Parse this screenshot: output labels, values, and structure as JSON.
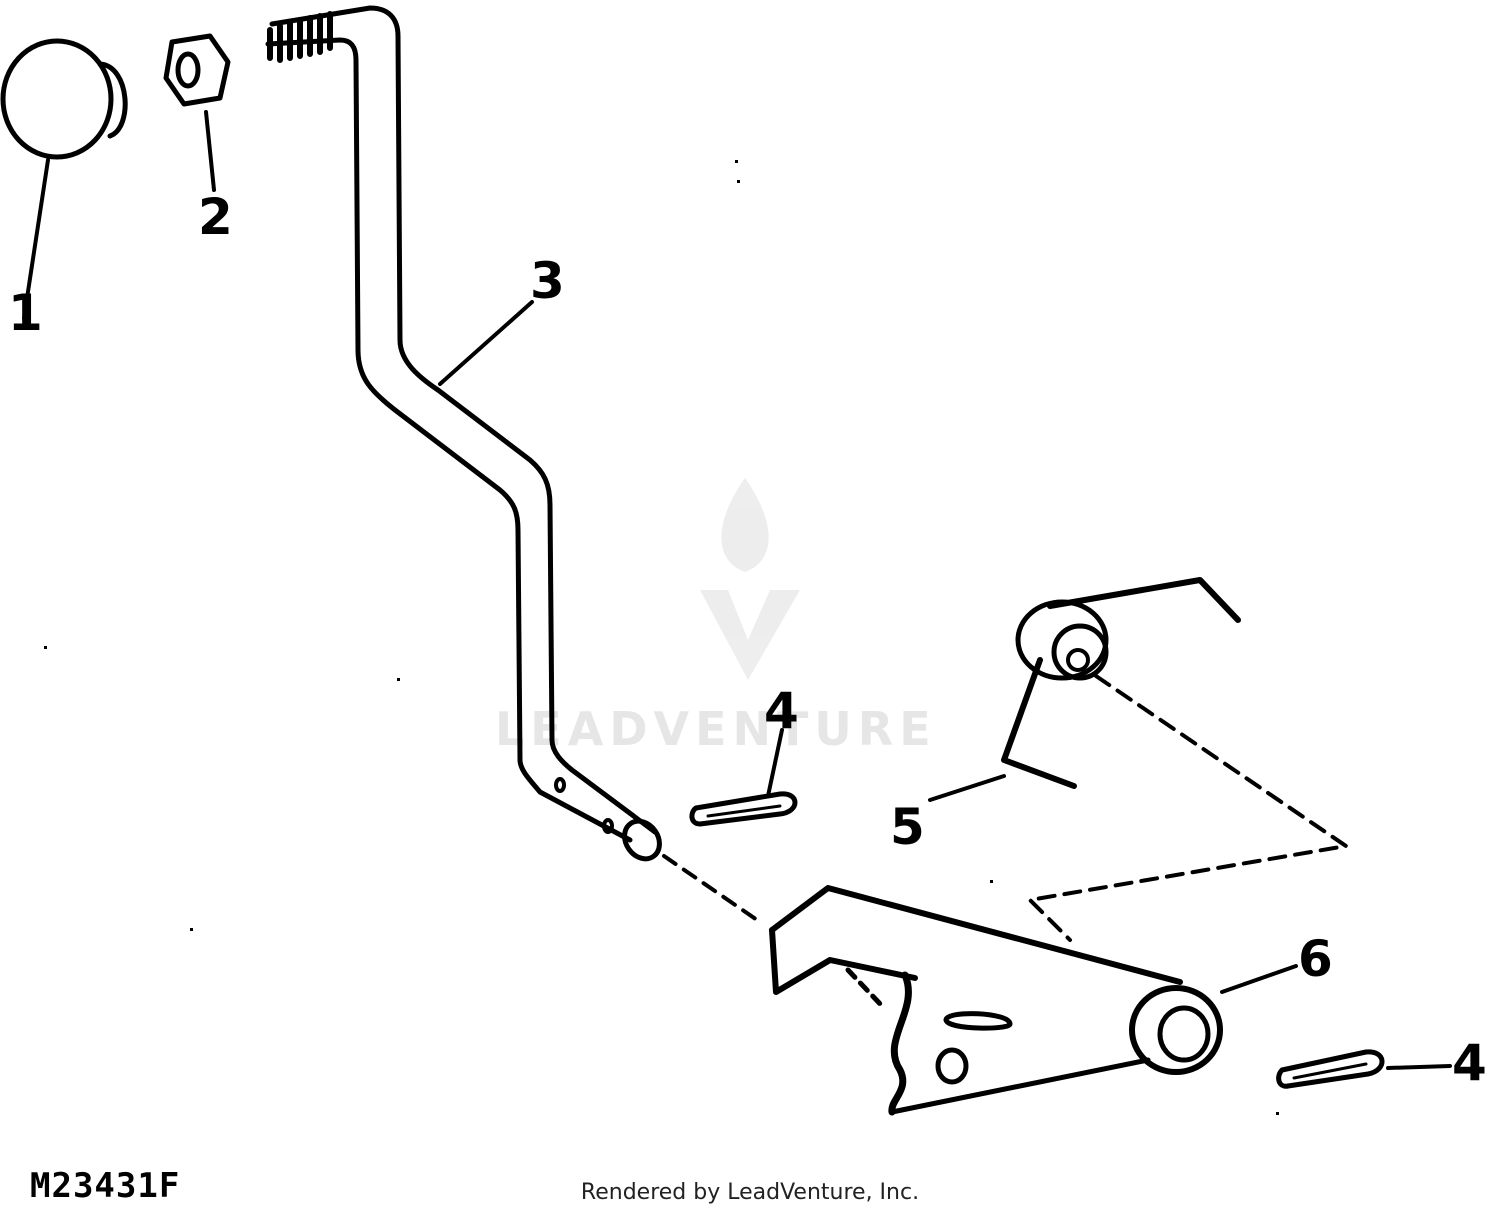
{
  "diagram": {
    "callouts": [
      {
        "id": "1",
        "label": "1"
      },
      {
        "id": "2",
        "label": "2"
      },
      {
        "id": "3",
        "label": "3"
      },
      {
        "id": "4a",
        "label": "4"
      },
      {
        "id": "4b",
        "label": "4"
      },
      {
        "id": "5",
        "label": "5"
      },
      {
        "id": "6",
        "label": "6"
      }
    ],
    "diagram_id": "M23431F",
    "credit": "Rendered by LeadVenture, Inc.",
    "watermark": "LEADVENTURE"
  },
  "colors": {
    "ink": "#000000",
    "watermark": "#e6e6e6",
    "background": "#ffffff"
  }
}
